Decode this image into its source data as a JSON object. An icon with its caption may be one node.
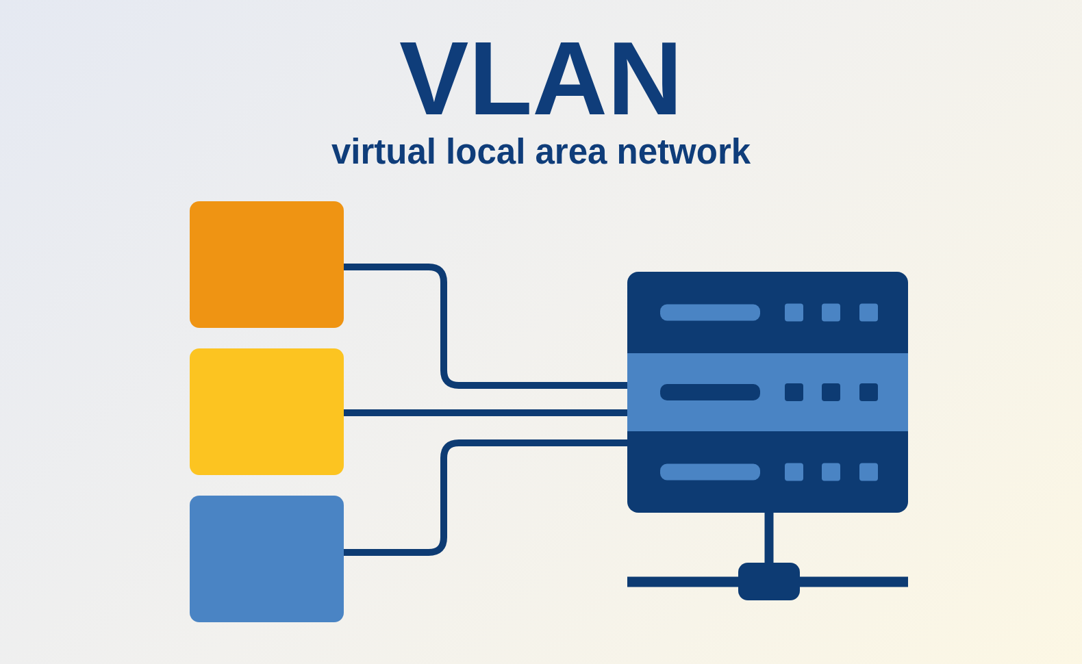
{
  "diagram": {
    "title": "VLAN",
    "nodes": [
      {
        "text": [],
        "shape": "box"
      },
      {
        "text": [],
        "shape": "box"
      },
      {
        "text": [],
        "shape": "box"
      },
      {
        "text": [],
        "shape": "picture"
      },
      {
        "text": [],
        "shape": "box"
      }
    ],
    "edges": [
      {
        "from": 0,
        "to": 3,
        "arrow": "none"
      },
      {
        "from": 1,
        "to": 3,
        "arrow": "none"
      },
      {
        "from": 2,
        "to": 3,
        "arrow": "none"
      },
      {
        "from": 3,
        "to": 4,
        "arrow": "none"
      }
    ],
    "labels": [
      "virtual local area network"
    ]
  }
}
